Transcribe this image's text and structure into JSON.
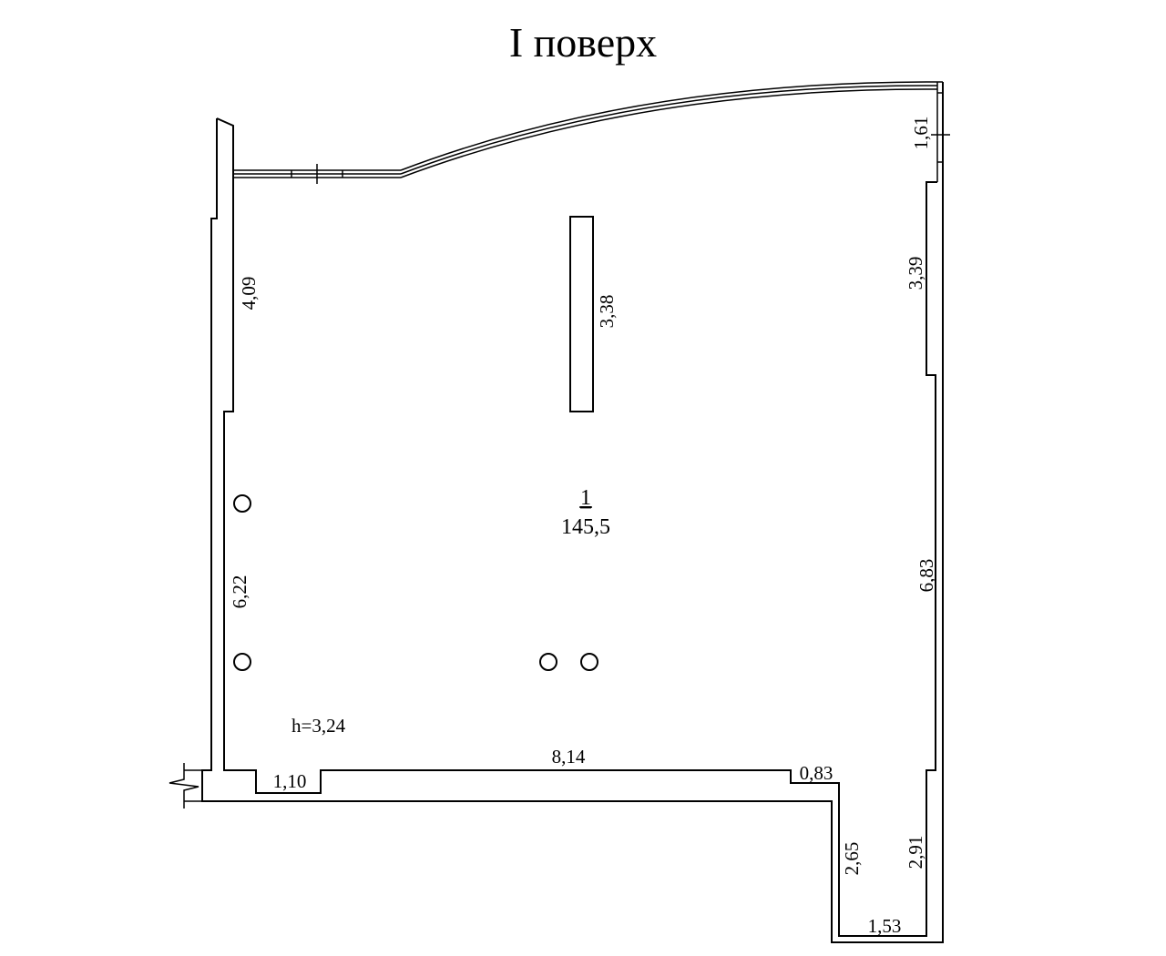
{
  "title": "I поверх",
  "room": {
    "number": "1",
    "area": "145,5"
  },
  "ceiling_height": "h=3,24",
  "dimensions": {
    "left_upper": "4,09",
    "left_lower": "6,22",
    "pillar": "3,38",
    "right_top": "1,61",
    "right_upper": "3,39",
    "right_middle": "6,83",
    "bottom_main": "8,14",
    "bottom_step_left": "1,10",
    "bottom_step_right": "0,83",
    "annex_left": "2,65",
    "annex_right": "2,91",
    "annex_bottom": "1,53"
  }
}
